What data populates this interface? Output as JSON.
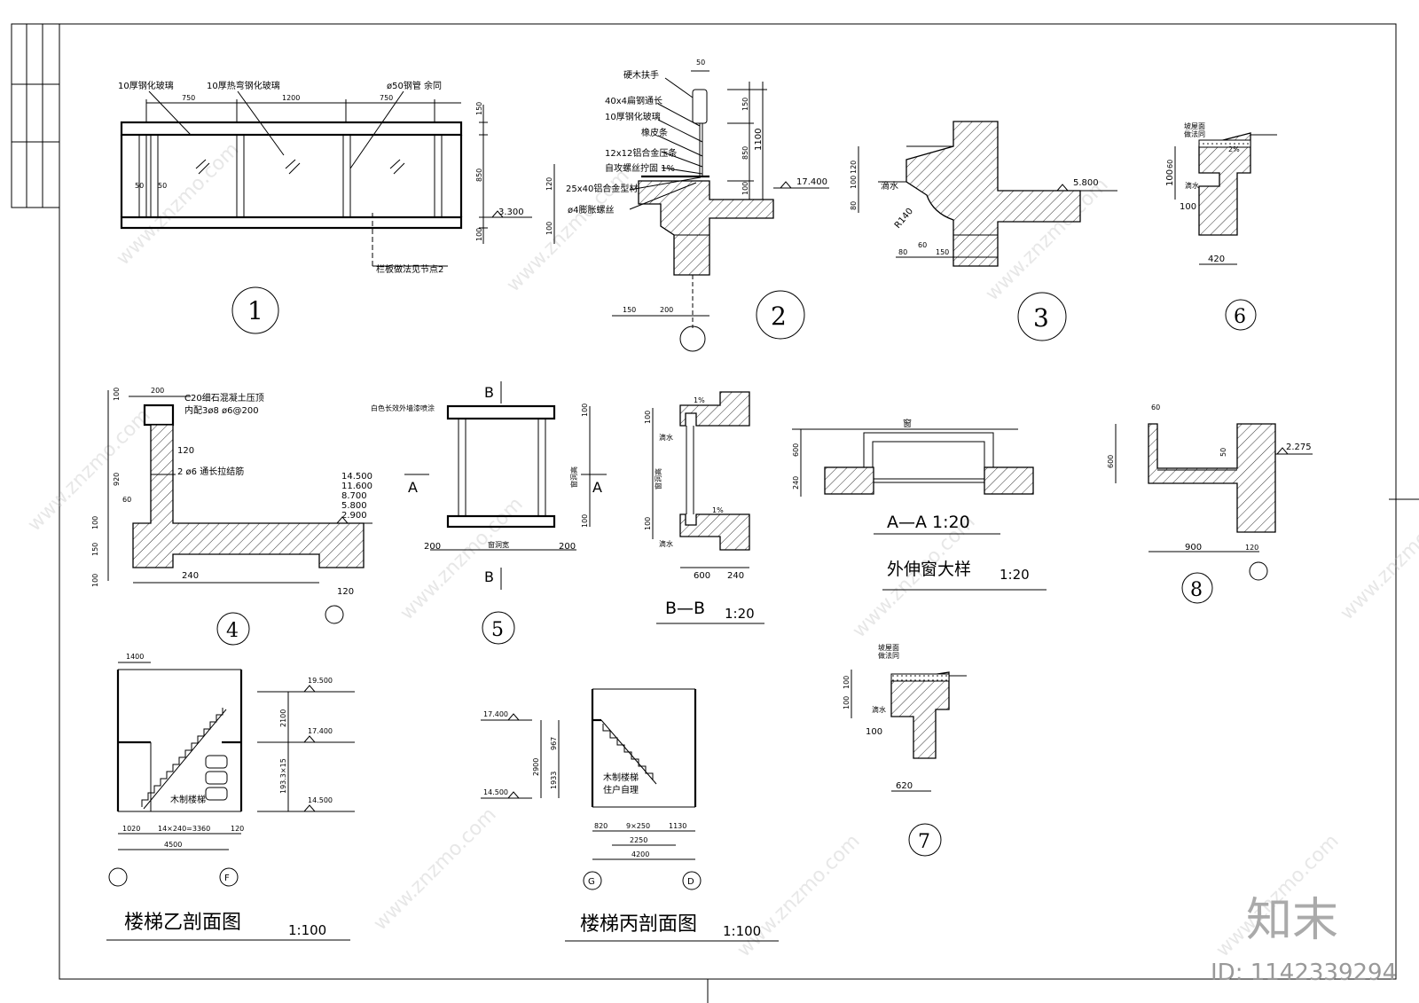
{
  "labels": {
    "d1": {
      "glass10": "10厚钢化玻璃",
      "glass10bent": "10厚热弯钢化玻璃",
      "pipe": "ø50钢管 余同",
      "d750a": "750",
      "d1200": "1200",
      "d750b": "750",
      "d150": "150",
      "d850": "850",
      "d100": "100",
      "d50a": "50",
      "d50b": "50",
      "elev": "3.300",
      "note": "栏板做法见节点2",
      "num": "1"
    },
    "d2": {
      "handrail": "硬木扶手",
      "flat": "40x4扁钢通长",
      "glass": "10厚钢化玻璃",
      "rubber": "橡皮条",
      "clamp": "12x12铝合金压条",
      "screw": "自攻螺丝拧固 1%",
      "profile": "25x40铝合金型材",
      "bolt": "ø4膨胀螺丝",
      "d50": "50",
      "d150": "150",
      "d850": "850",
      "d1100": "1100",
      "d100": "100",
      "d120": "120",
      "d100b": "100",
      "d150b": "150",
      "d200": "200",
      "elev": "17.400",
      "num": "2"
    },
    "d3": {
      "drip": "滴水",
      "elev": "5.800",
      "r": "R140",
      "d120": "120",
      "d100": "100",
      "d80": "80",
      "d80b": "80",
      "d60": "60",
      "d150": "150",
      "num": "3"
    },
    "d6": {
      "roof": "坡屋面",
      "roof2": "做法同",
      "slope": "2%",
      "drip": "滴水",
      "d60": "60",
      "d100": "100",
      "d100b": "100",
      "d420": "420",
      "num": "6"
    },
    "d4": {
      "c20": "C20细石混凝土压顶",
      "rebar": "内配3ø8 ø6@200",
      "tie": "2 ø6 通长拉结筋",
      "d200": "200",
      "d100": "100",
      "d120": "120",
      "d920": "920",
      "d60": "60",
      "d100b": "100",
      "d150": "150",
      "d100c": "100",
      "d240": "240",
      "d120b": "120",
      "elevs": [
        "14.500",
        "11.600",
        "8.700",
        "5.800",
        "2.900"
      ],
      "num": "4"
    },
    "d5": {
      "paint": "白色长效外墙漆喷涂",
      "b": "B",
      "a": "A",
      "d100": "100",
      "d100b": "100",
      "h": "窗洞高",
      "w": "窗洞宽",
      "d200a": "200",
      "d200b": "200",
      "num": "5"
    },
    "bb": {
      "slope1": "1%",
      "slope2": "1%",
      "drip1": "滴水",
      "drip2": "滴水",
      "d100": "100",
      "d100b": "100",
      "h": "窗洞高",
      "d600": "600",
      "d240": "240",
      "title": "B—B",
      "scale": "1:20"
    },
    "aa": {
      "win": "窗",
      "d600": "600",
      "d240": "240",
      "title": "A—A 1:20",
      "title2": "外伸窗大样",
      "scale2": "1:20"
    },
    "d8": {
      "d60": "60",
      "d600": "600",
      "d50": "50",
      "elev": "2.275",
      "d900": "900",
      "d120": "120",
      "num": "8"
    },
    "d7": {
      "roof": "坡屋面",
      "roof2": "做法同",
      "drip": "滴水",
      "d100": "100",
      "d100b": "100",
      "d100c": "100",
      "d620": "620",
      "num": "7"
    },
    "sy": {
      "d1400": "1400",
      "e1": "19.500",
      "e2": "17.400",
      "e3": "14.500",
      "d2100": "2100",
      "d1933": "193.3×15",
      "wood": "木制楼梯",
      "d1020": "1020",
      "run": "14×240=3360",
      "d120": "120",
      "d4500": "4500",
      "ax1": "",
      "ax2": "F",
      "title": "楼梯乙剖面图",
      "scale": "1:100"
    },
    "sb": {
      "e1": "17.400",
      "e2": "14.500",
      "d2900": "2900",
      "d967": "967",
      "d1933": "1933",
      "wood": "木制楼梯",
      "wood2": "住户自理",
      "d820": "820",
      "run": "9×250",
      "d1130": "1130",
      "d2250": "2250",
      "d4200": "4200",
      "ax1": "G",
      "ax2": "D",
      "title": "楼梯丙剖面图",
      "scale": "1:100"
    },
    "brand": "知末",
    "id": "ID: 1142339294",
    "watermark": "www.znzmo.com"
  }
}
